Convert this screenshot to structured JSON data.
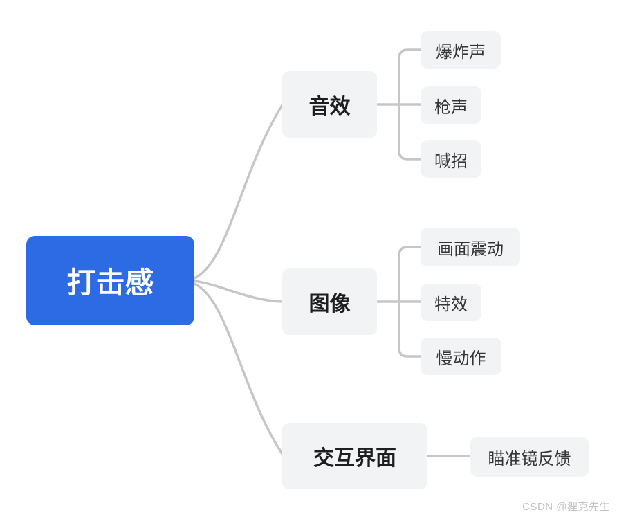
{
  "mindmap": {
    "root": {
      "label": "打击感"
    },
    "branches": [
      {
        "label": "音效",
        "children": [
          {
            "label": "爆炸声"
          },
          {
            "label": "枪声"
          },
          {
            "label": "喊招"
          }
        ]
      },
      {
        "label": "图像",
        "children": [
          {
            "label": "画面震动"
          },
          {
            "label": "特效"
          },
          {
            "label": "慢动作"
          }
        ]
      },
      {
        "label": "交互界面",
        "children": [
          {
            "label": "瞄准镜反馈"
          }
        ]
      }
    ],
    "colors": {
      "root_bg": "#2d6be4",
      "root_text": "#ffffff",
      "node_bg": "#f2f3f5",
      "node_text": "#26272a",
      "connector": "#c6c6c6"
    }
  },
  "watermark": {
    "text": "CSDN @狸克先生"
  }
}
